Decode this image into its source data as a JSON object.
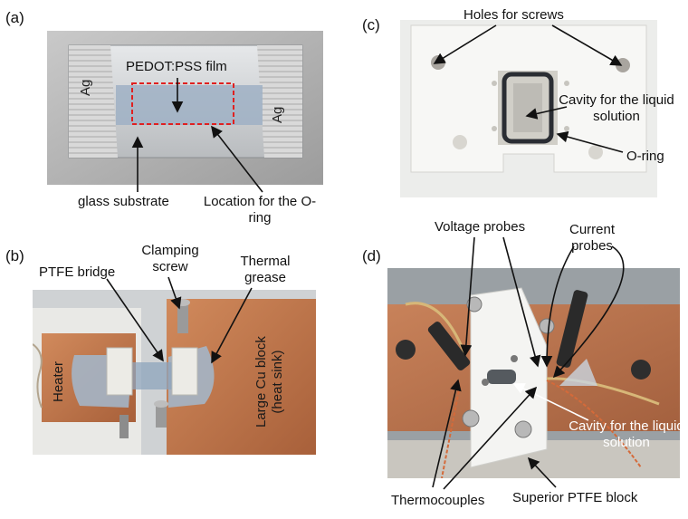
{
  "panels": {
    "a": {
      "label": "(a)",
      "film": "PEDOT:PSS film",
      "ag_left": "Ag",
      "ag_right": "Ag",
      "glass": "glass substrate",
      "oring_location": "Location for the O-ring"
    },
    "b": {
      "label": "(b)",
      "ptfe_bridge": "PTFE bridge",
      "clamping": "Clamping screw",
      "grease": "Thermal grease",
      "heater": "Heater",
      "cu_block": "Large Cu block",
      "heat_sink": "(heat sink)"
    },
    "c": {
      "label": "(c)",
      "holes": "Holes for screws",
      "cavity": "Cavity for the liquid solution",
      "oring": "O-ring"
    },
    "d": {
      "label": "(d)",
      "voltage": "Voltage probes",
      "current": "Current probes",
      "cavity": "Cavity for the liquid solution",
      "thermocouples": "Thermocouples",
      "ptfe_block": "Superior PTFE block"
    }
  },
  "colors": {
    "copper": "#c77a4a",
    "ptfe": "#f1f1ef",
    "dashed_box": "#e02020",
    "film": "#9fb0c4",
    "oring": "#2a2d33"
  }
}
